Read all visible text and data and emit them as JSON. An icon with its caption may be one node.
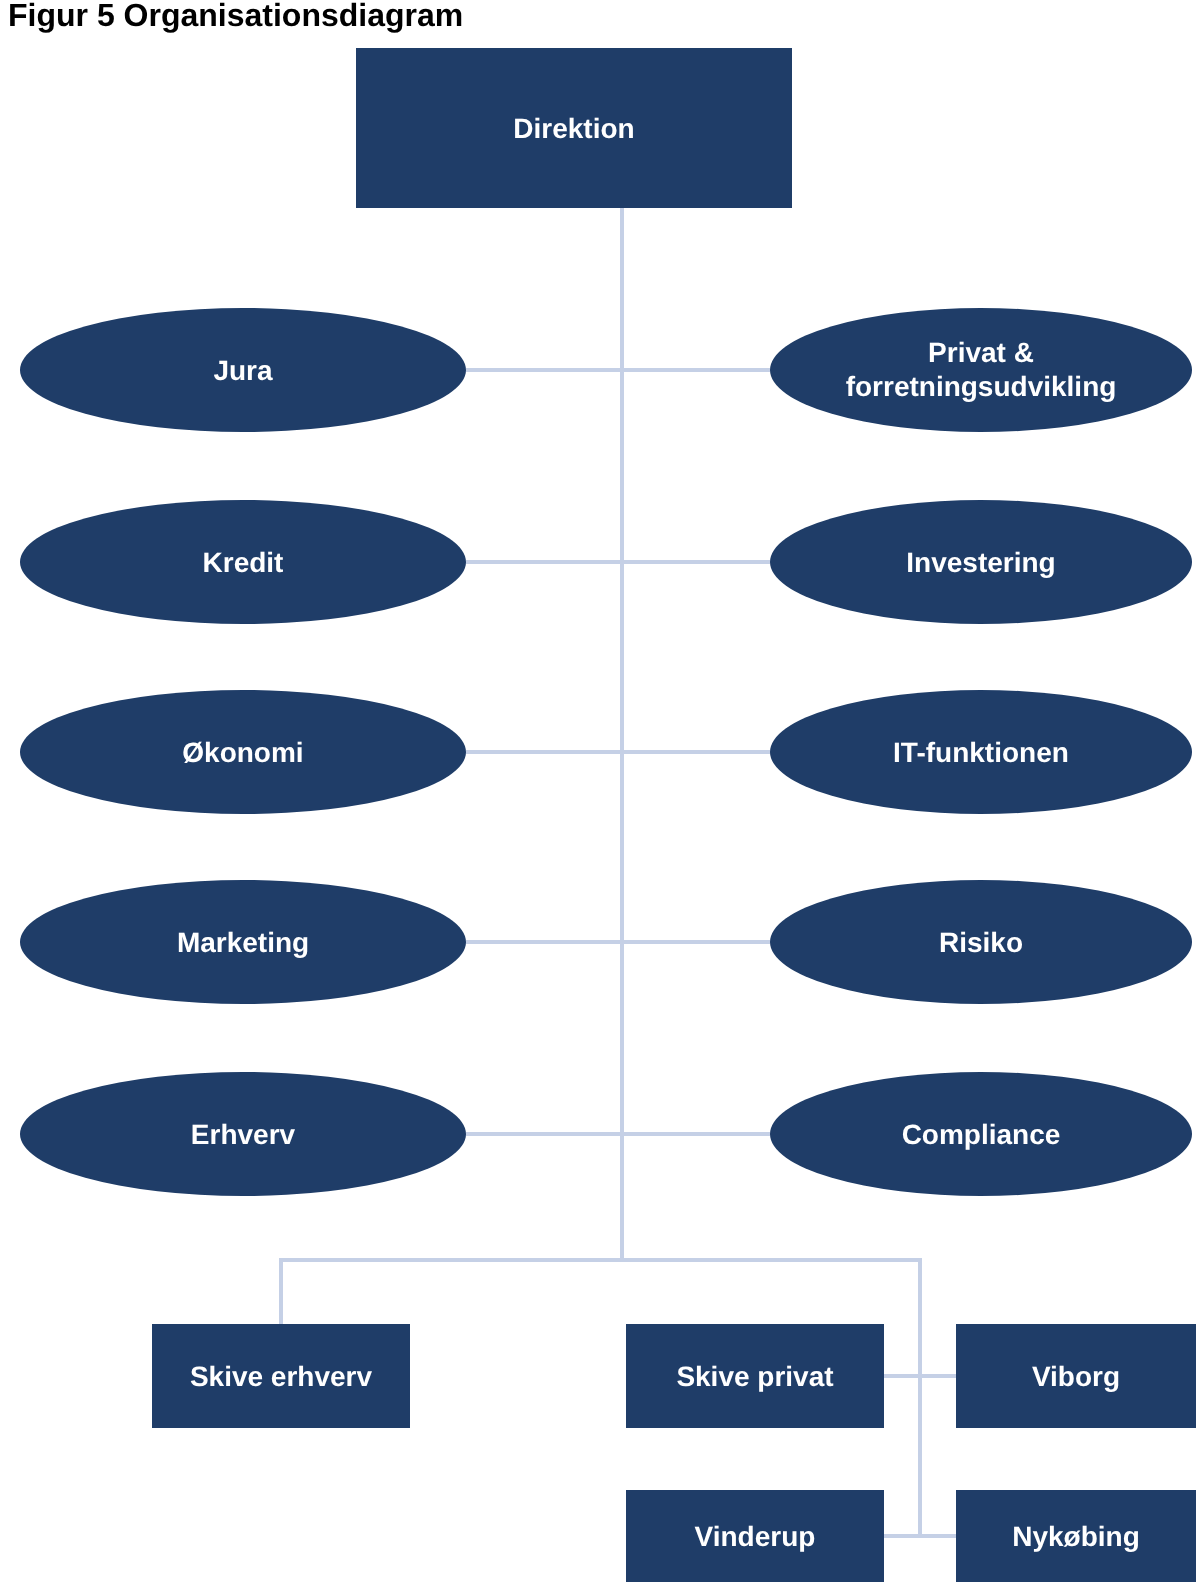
{
  "diagram": {
    "title": "Figur 5 Organisationsdiagram",
    "nodes": [
      {
        "text": [
          "Direktion"
        ]
      },
      {
        "text": [
          "Jura"
        ]
      },
      {
        "text": [
          "Privat & forretningsudvikling"
        ]
      },
      {
        "text": [
          "Kredit"
        ]
      },
      {
        "text": [
          "Investering"
        ]
      },
      {
        "text": [
          "Økonomi"
        ]
      },
      {
        "text": [
          "IT-funktionen"
        ]
      },
      {
        "text": [
          "Marketing"
        ]
      },
      {
        "text": [
          "Risiko"
        ]
      },
      {
        "text": [
          "Erhverv"
        ]
      },
      {
        "text": [
          "Compliance"
        ]
      },
      {
        "text": [
          "Skive erhverv"
        ]
      },
      {
        "text": [
          "Skive privat"
        ]
      },
      {
        "text": [
          "Viborg"
        ]
      },
      {
        "text": [
          "Vinderup"
        ]
      },
      {
        "text": [
          "Nykøbing"
        ]
      }
    ],
    "edges": [
      {
        "from": 0,
        "to": 1,
        "arrow": "none"
      },
      {
        "from": 0,
        "to": 2,
        "arrow": "none"
      },
      {
        "from": 0,
        "to": 3,
        "arrow": "none"
      },
      {
        "from": 0,
        "to": 4,
        "arrow": "none"
      },
      {
        "from": 0,
        "to": 5,
        "arrow": "none"
      },
      {
        "from": 0,
        "to": 6,
        "arrow": "none"
      },
      {
        "from": 0,
        "to": 7,
        "arrow": "none"
      },
      {
        "from": 0,
        "to": 8,
        "arrow": "none"
      },
      {
        "from": 0,
        "to": 9,
        "arrow": "none"
      },
      {
        "from": 0,
        "to": 10,
        "arrow": "none"
      },
      {
        "from": 0,
        "to": 11,
        "arrow": "none"
      },
      {
        "from": 0,
        "to": 12,
        "arrow": "none"
      },
      {
        "from": 0,
        "to": 13,
        "arrow": "none"
      },
      {
        "from": 0,
        "to": 14,
        "arrow": "none"
      },
      {
        "from": 0,
        "to": 15,
        "arrow": "none"
      }
    ]
  }
}
